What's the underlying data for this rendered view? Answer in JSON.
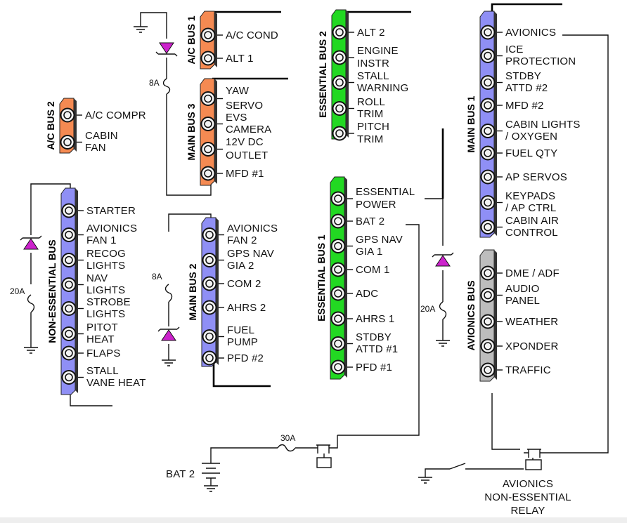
{
  "colors": {
    "essential": "#22d822",
    "main": "#8f8ff5",
    "ac": "#f58a52",
    "avionics": "#bdbdbd",
    "diode": "#cc22cc"
  },
  "buses": [
    {
      "id": "ac-bus-2",
      "name": "A/C BUS 2",
      "color": "ac",
      "items": [
        "A/C COMPR",
        "CABIN FAN"
      ]
    },
    {
      "id": "non-essential-bus",
      "name": "NON-ESSENTIAL BUS",
      "color": "main",
      "items": [
        "STARTER",
        "AVIONICS FAN 1",
        "RECOG LIGHTS",
        "NAV LIGHTS",
        "STROBE LIGHTS",
        "PITOT HEAT",
        "FLAPS",
        "STALL VANE HEAT"
      ]
    },
    {
      "id": "ac-bus-1",
      "name": "A/C BUS 1",
      "color": "ac",
      "items": [
        "A/C COND",
        "ALT 1"
      ]
    },
    {
      "id": "main-bus-3",
      "name": "MAIN BUS 3",
      "color": "ac",
      "items": [
        "YAW SERVO",
        "EVS CAMERA",
        "12V DC OUTLET",
        "MFD #1"
      ]
    },
    {
      "id": "main-bus-2",
      "name": "MAIN BUS 2",
      "color": "main",
      "items": [
        "AVIONICS FAN 2",
        "GPS NAV GIA 2",
        "COM 2",
        "AHRS 2",
        "FUEL PUMP",
        "PFD #2"
      ]
    },
    {
      "id": "essential-bus-2",
      "name": "ESSENTIAL BUS 2",
      "color": "essential",
      "items": [
        "ALT 2",
        "ENGINE INSTR",
        "STALL WARNING",
        "ROLL TRIM",
        "PITCH TRIM"
      ]
    },
    {
      "id": "essential-bus-1",
      "name": "ESSENTIAL BUS 1",
      "color": "essential",
      "items": [
        "ESSENTIAL POWER",
        "BAT 2",
        "GPS NAV GIA 1",
        "COM 1",
        "ADC",
        "AHRS 1",
        "STDBY ATTD #1",
        "PFD #1"
      ]
    },
    {
      "id": "main-bus-1",
      "name": "MAIN BUS 1",
      "color": "main",
      "items": [
        "AVIONICS",
        "ICE PROTECTION",
        "STDBY ATTD #2",
        "MFD #2",
        "CABIN LIGHTS / OXYGEN",
        "FUEL QTY",
        "AP SERVOS",
        "KEYPADS / AP CTRL",
        "CABIN AIR CONTROL"
      ]
    },
    {
      "id": "avionics-bus",
      "name": "AVIONICS BUS",
      "color": "avionics",
      "items": [
        "DME / ADF",
        "AUDIO PANEL",
        "WEATHER",
        "XPONDER",
        "TRAFFIC"
      ]
    }
  ],
  "fuses": {
    "ac_bus_tie": "8A",
    "main_bus_2_tie": "8A",
    "non_essential_tie": "20A",
    "essential_tie": "20A",
    "battery": "30A"
  },
  "battery_label": "BAT 2",
  "relay_label": "AVIONICS NON-ESSENTIAL RELAY"
}
